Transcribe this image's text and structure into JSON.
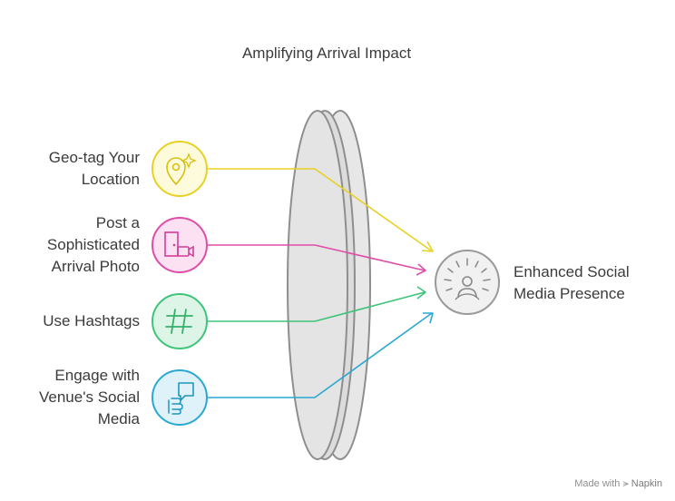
{
  "title": "Amplifying Arrival Impact",
  "inputs": [
    {
      "lines": [
        "Geo-tag Your",
        "Location"
      ],
      "icon": "location-pin-sparkle-icon",
      "color": "#e8d124",
      "fill": "#fdfbdc"
    },
    {
      "lines": [
        "Post a",
        "Sophisticated",
        "Arrival Photo"
      ],
      "icon": "door-camera-icon",
      "color": "#e04da8",
      "fill": "#fbe1f1"
    },
    {
      "lines": [
        "Use Hashtags"
      ],
      "icon": "hashtag-icon",
      "color": "#3fc47a",
      "fill": "#ddf5e7"
    },
    {
      "lines": [
        "Engage with",
        "Venue's Social",
        "Media"
      ],
      "icon": "hand-chat-icon",
      "color": "#2aa8d2",
      "fill": "#dff1f9"
    }
  ],
  "outcome": {
    "lines": [
      "Enhanced Social",
      "Media Presence"
    ],
    "icon": "radiating-person-icon"
  },
  "footer": {
    "prefix": "Made with",
    "brand": "Napkin"
  }
}
